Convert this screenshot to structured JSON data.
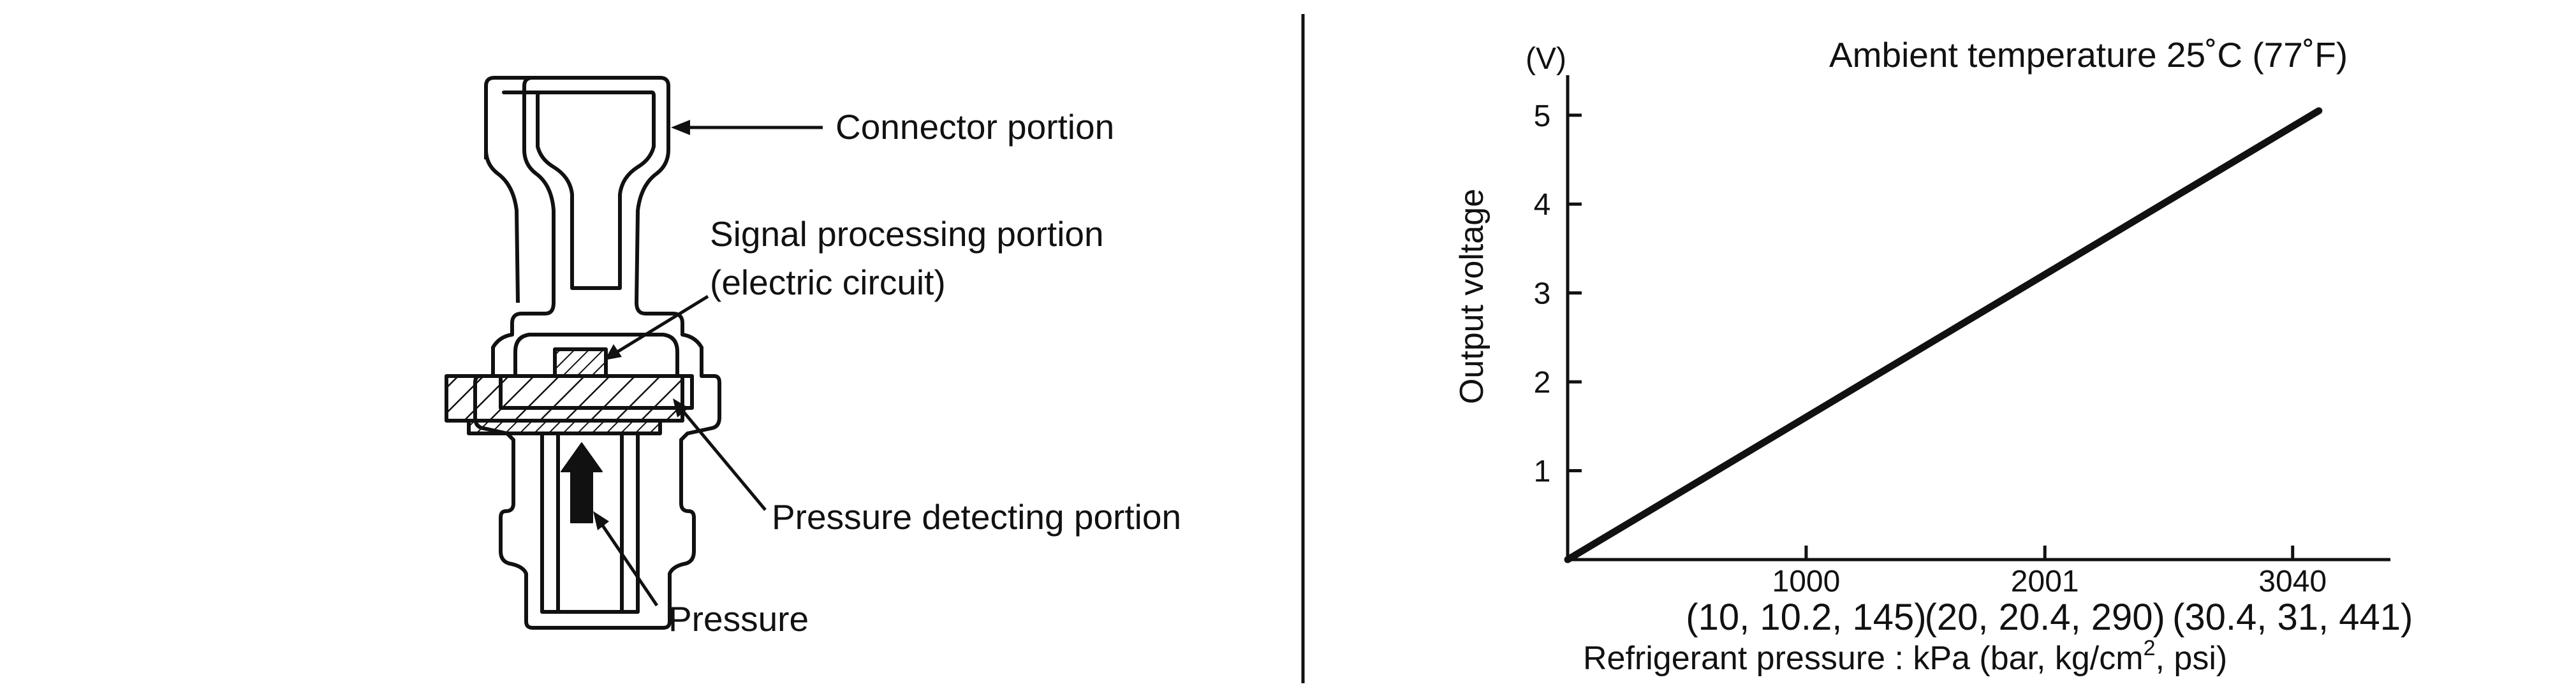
{
  "diagram": {
    "labels": {
      "connector": "Connector portion",
      "signal_line1": "Signal processing portion",
      "signal_line2": "(electric circuit)",
      "pressure_detect": "Pressure detecting portion",
      "pressure": "Pressure"
    },
    "stroke_color": "#111111"
  },
  "chart_data": {
    "type": "line",
    "title": "Ambient temperature 25˚C (77˚F)",
    "ylabel": "Output voltage",
    "yunit": "(V)",
    "xlabel_main": "Refrigerant pressure : kPa (bar, kg/cm",
    "xlabel_sup": "2",
    "xlabel_tail": ", psi)",
    "y_ticks": [
      "1",
      "2",
      "3",
      "4",
      "5"
    ],
    "y_tick_values": [
      1,
      2,
      3,
      4,
      5
    ],
    "x_ticks": [
      {
        "value": 1000,
        "label": "1000",
        "sub": "(10, 10.2, 145)"
      },
      {
        "value": 2001,
        "label": "2001",
        "sub": "(20, 20.4, 290)"
      },
      {
        "value": 3040,
        "label": "3040",
        "sub": "(30.4, 31, 441)"
      }
    ],
    "xlim": [
      0,
      3450
    ],
    "ylim": [
      0,
      5.45
    ],
    "series": [
      {
        "x": [
          0,
          3150
        ],
        "y": [
          0,
          5.05
        ]
      }
    ]
  }
}
